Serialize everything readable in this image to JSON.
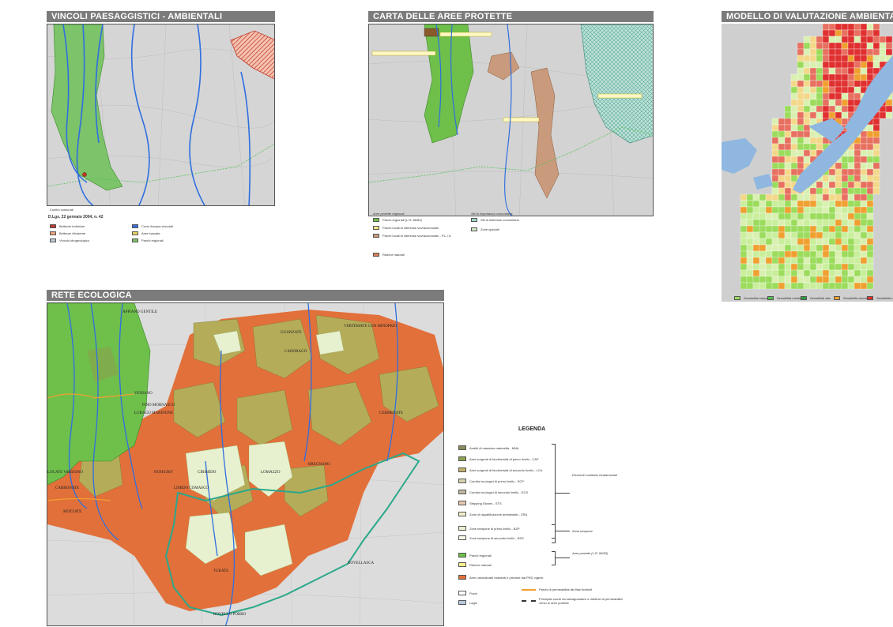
{
  "panels": {
    "vincoli": {
      "title": "VINCOLI PAESAGGISTICI - AMBIENTALI",
      "map_caption": "Confini comunali",
      "law_title": "D.Lgs. 22 gennaio 2004, n. 42",
      "legend": [
        {
          "label": "Bellezze individue",
          "color": "#c0392b"
        },
        {
          "label": "Bellezze d'insieme",
          "color": "#e9a37a"
        },
        {
          "label": "Vincolo idrogeologico",
          "color": "#b9cbd6"
        },
        {
          "label": "Corsi d'acqua vincolati",
          "color": "#3b6fd8"
        },
        {
          "label": "Aree boscate",
          "color": "#e6d36a"
        },
        {
          "label": "Parchi regionali",
          "color": "#7cc36a"
        }
      ]
    },
    "aree_protette": {
      "title": "CARTA DELLE AREE PROTETTE",
      "legend_heading_left": "Aree protette regionali",
      "legend_heading_right": "Siti di importanza comunitaria",
      "legend_left": [
        {
          "label": "Parchi regionali (L.R. 86/83)",
          "color": "#6fbf4b"
        },
        {
          "label": "Parchi locali di interesse sovracomunale",
          "color": "#f3e08a"
        },
        {
          "label": "Parchi locali di interesse sovracomunale - P.L.I.S.",
          "color": "#c99a7b"
        },
        {
          "label": "Riserve naturali",
          "color": "#d9805a"
        }
      ],
      "legend_right": [
        {
          "label": "Siti di interesse comunitario",
          "color": "#9fd6c8"
        },
        {
          "label": "Zone speciali",
          "color": "#cfe7c2"
        }
      ]
    },
    "modello": {
      "title": "MODELLO DI VALUTAZIONE AMBIENTALE",
      "legend": [
        {
          "label": "Sensibilità bassa",
          "color": "#9bdc5c"
        },
        {
          "label": "Sensibilità media",
          "color": "#4fbf4f"
        },
        {
          "label": "Sensibilità alta",
          "color": "#2f9a3f"
        },
        {
          "label": "Sensibilità elevata",
          "color": "#f0a030"
        },
        {
          "label": "Sensibilità molto elevata",
          "color": "#e03030"
        }
      ]
    },
    "rete": {
      "title": "RETE ECOLOGICA",
      "place_labels": [
        "APPIANO GENTILE",
        "GUANZATE",
        "VERTEMATE CON MINOPRIO",
        "CADORAGO",
        "VENIANO",
        "FINO MORNASCO",
        "LURAGO MARINONE",
        "CERMENATE",
        "FENEGRO'",
        "CIRIMIDO",
        "LOMAZZO",
        "BREGNANO",
        "LIMIDO COMASCO",
        "CARBONATE",
        "MOZZATE",
        "TURATE",
        "ROVELLASCA",
        "ROVELLO PORRO",
        "LOCATE VARESINO"
      ]
    }
  },
  "legenda": {
    "title": "LEGENDA",
    "items": [
      {
        "label": "Ambiti di massima naturalità - MNA",
        "color": "#8a8a56"
      },
      {
        "label": "Aree sorgenti di biodiversità di primo livello - CAP",
        "color": "#8aa24d"
      },
      {
        "label": "Aree sorgenti di biodiversità di secondo livello - LCA",
        "color": "#c0b06a"
      },
      {
        "label": "Corridoi ecologici di primo livello - ECP",
        "color": "#d6d2ae"
      },
      {
        "label": "Corridoi ecologici di secondo livello - ECS",
        "color": "#bfb7a0"
      },
      {
        "label": "Stepping Stones - STS",
        "color": "#e6c8b0"
      },
      {
        "label": "Zone di riqualificazione ambientale - ZRA",
        "color": "#f3efc8"
      },
      {
        "label": "Zone tampone di primo livello - BZP",
        "color": "#e7f0cf"
      },
      {
        "label": "Zone tampone di secondo livello - BZS",
        "color": "#f2f7e6"
      },
      {
        "label": "Parchi regionali",
        "color": "#6fbf4b"
      },
      {
        "label": "Riserve naturali",
        "color": "#f3ee8a"
      },
      {
        "label": "Aree urbanizzate esistenti e previste dai PRG vigenti",
        "color": "#e2703a"
      },
      {
        "label": "Fiumi",
        "color": "#ffffff"
      },
      {
        "label": "Laghi",
        "color": "#b8c8dc"
      }
    ],
    "groups": [
      {
        "label": "Elementi costitutivi fondamentali"
      },
      {
        "label": "Zone tampone"
      },
      {
        "label": "Aree protette (L.R. 86/83)"
      }
    ],
    "lines": [
      {
        "label": "Parchi di permeabilità dei filari limitrofi",
        "color": "#f0a030"
      },
      {
        "label": "Principali varchi da salvaguardare e direttrici di permeabilità verso le aree protette",
        "color": "#333333"
      }
    ]
  }
}
